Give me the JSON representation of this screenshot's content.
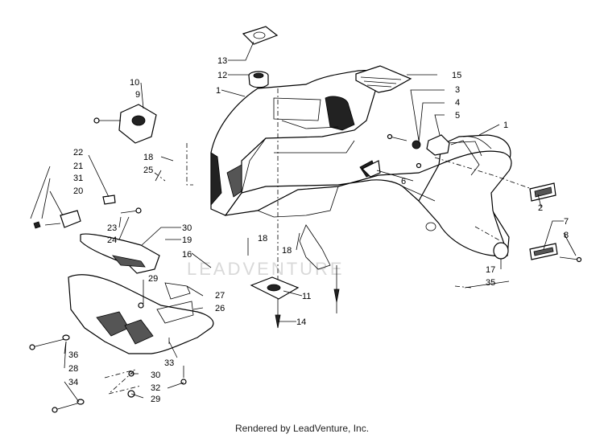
{
  "footer": {
    "text": "Rendered by LeadVenture, Inc."
  },
  "watermark": {
    "text": "LEADVENTURE"
  },
  "callouts": {
    "c1a": "1",
    "c1b": "1",
    "c2": "2",
    "c3": "3",
    "c4": "4",
    "c5": "5",
    "c6": "6",
    "c7": "7",
    "c8": "8",
    "c9": "9",
    "c10": "10",
    "c11": "11",
    "c12": "12",
    "c13": "13",
    "c14": "14",
    "c15": "15",
    "c16": "16",
    "c17": "17",
    "c18a": "18",
    "c18b": "18",
    "c18c": "18",
    "c19": "19",
    "c20": "20",
    "c21": "21",
    "c22": "22",
    "c23": "23",
    "c24": "24",
    "c25": "25",
    "c26": "26",
    "c27": "27",
    "c28": "28",
    "c29a": "29",
    "c29b": "29",
    "c30a": "30",
    "c30b": "30",
    "c31": "31",
    "c32": "32",
    "c33": "33",
    "c34": "34",
    "c35": "35",
    "c36": "36"
  },
  "colors": {
    "line": "#000000",
    "shade": "#555555",
    "watermark": "#d9d9d9"
  }
}
